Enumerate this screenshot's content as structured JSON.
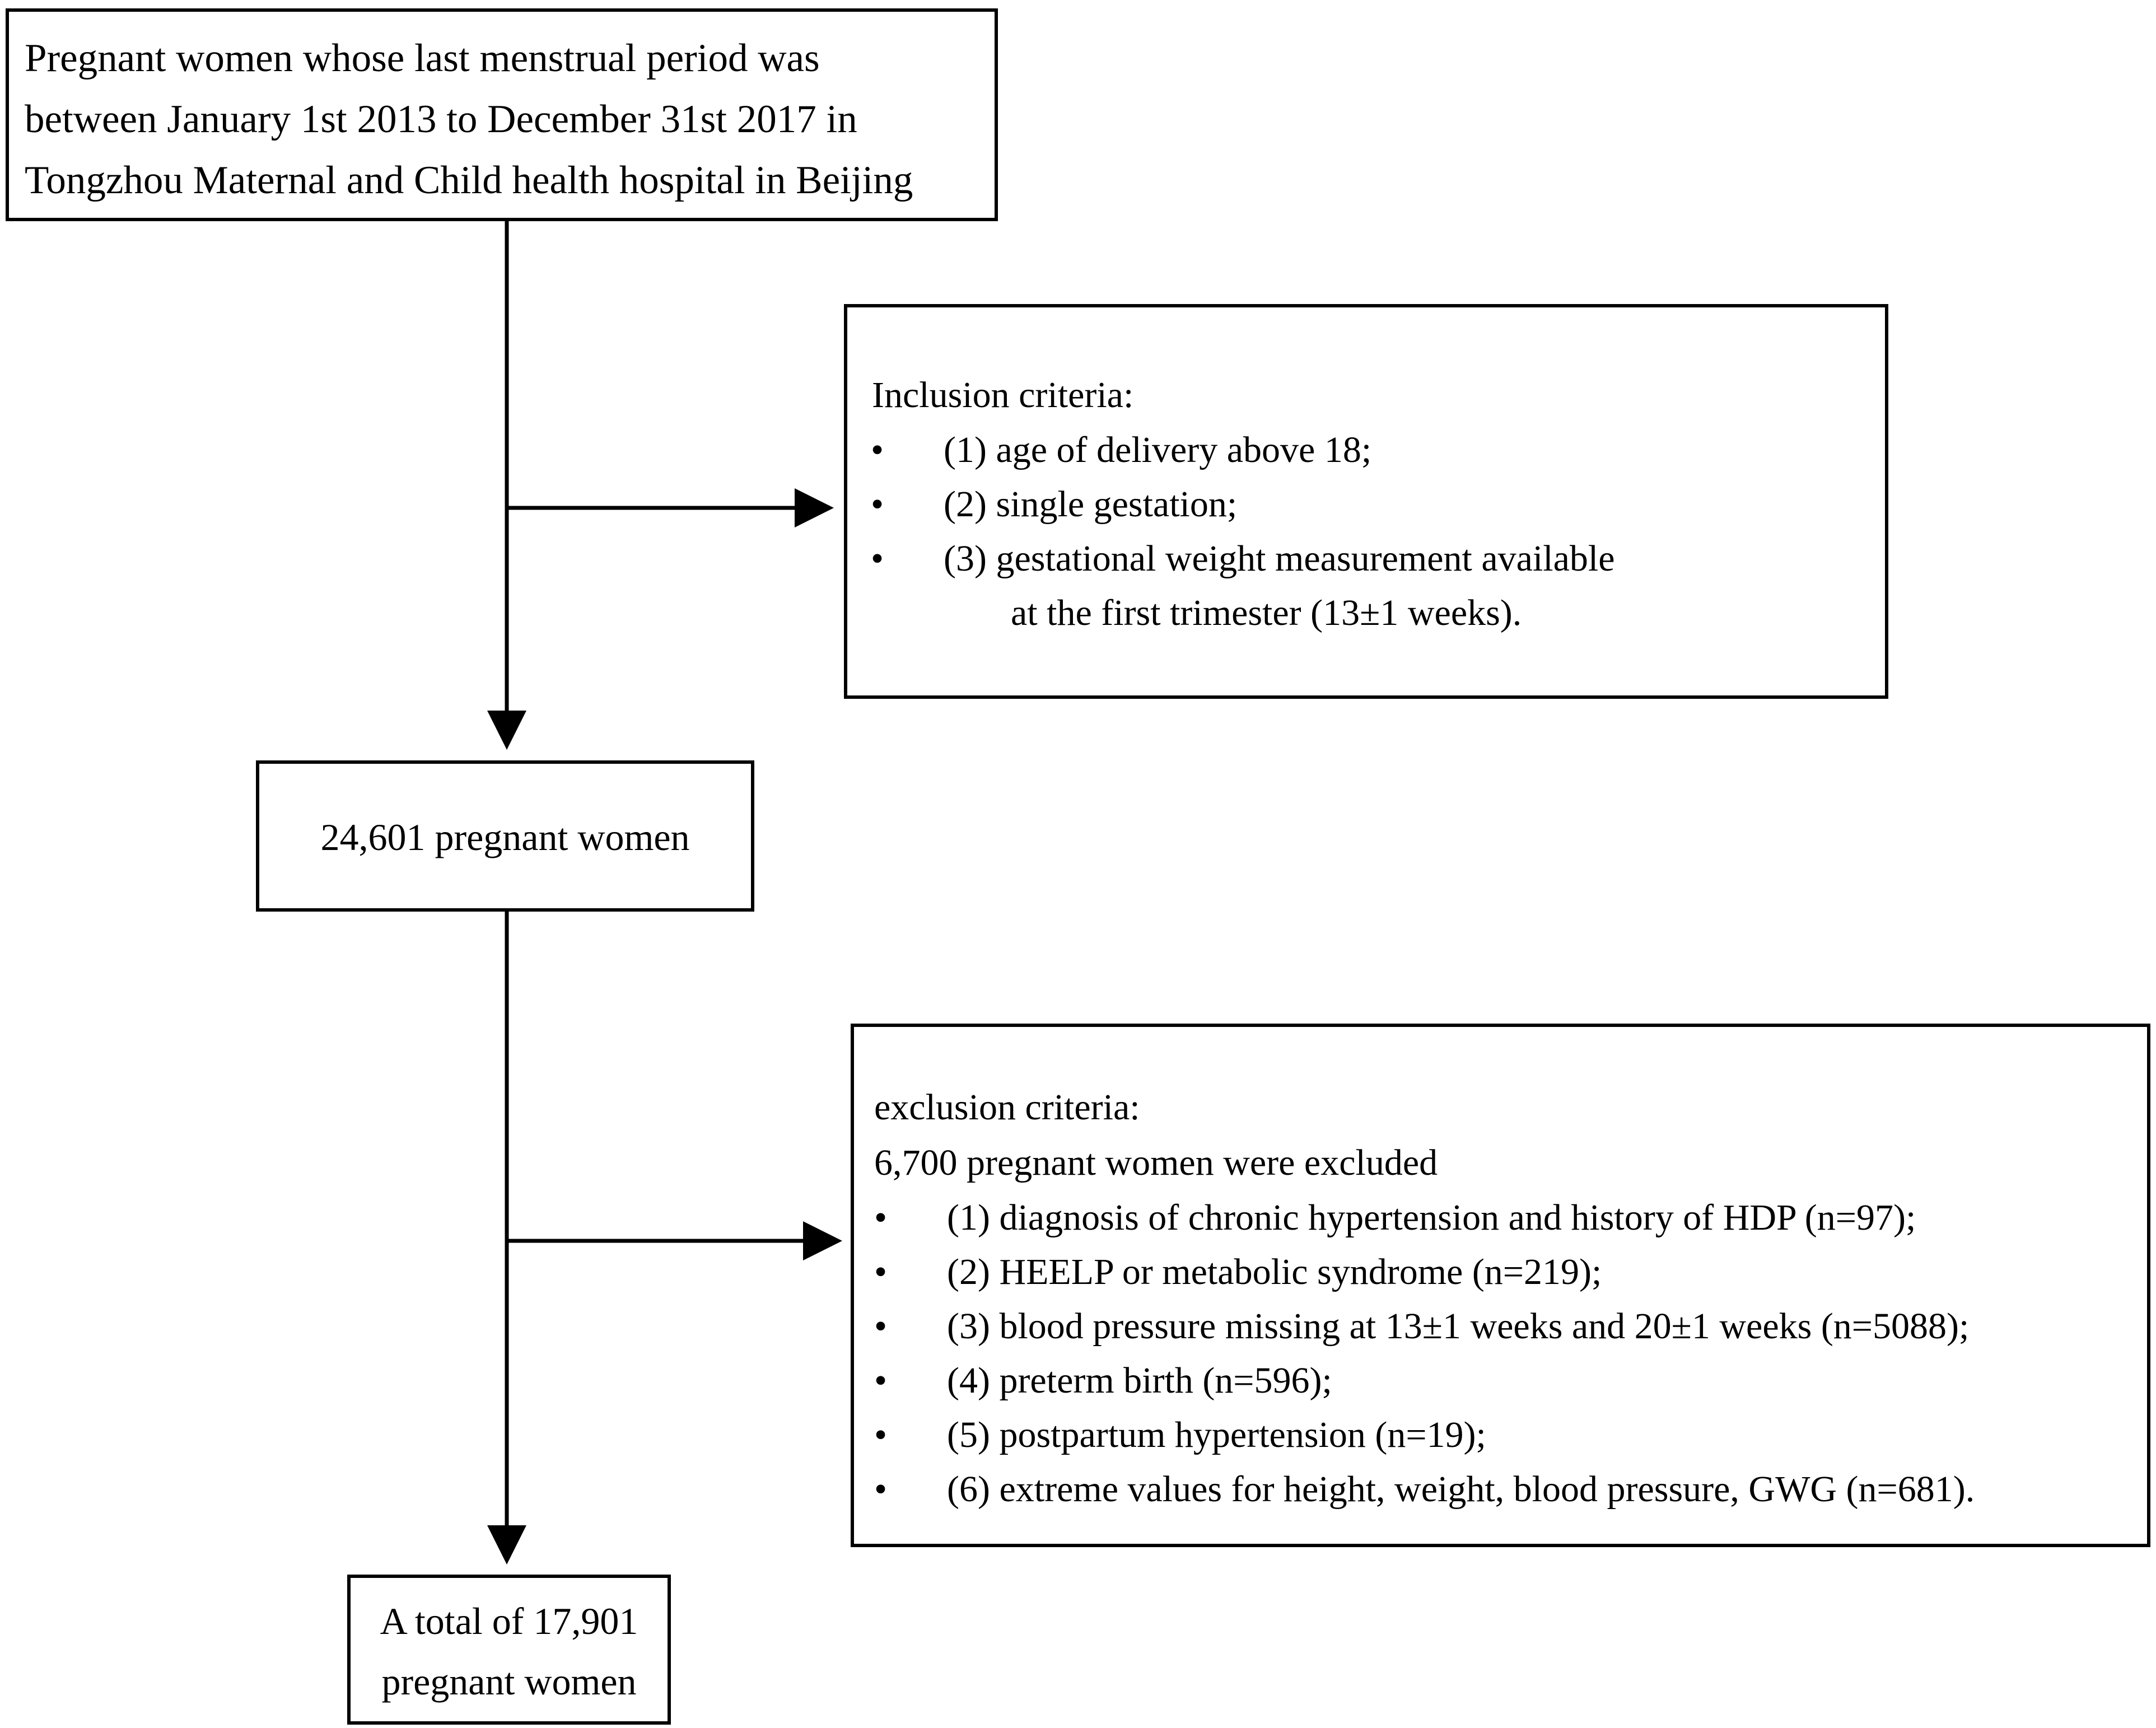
{
  "source_box": {
    "lines": [
      "Pregnant women whose last menstrual period was",
      "between January 1st 2013 to December 31st 2017 in",
      "Tongzhou Maternal and Child health hospital in Beijing"
    ]
  },
  "inclusion": {
    "title": "Inclusion criteria:",
    "bullet": "•",
    "items": [
      "(1) age of delivery above 18;",
      "(2) single gestation;",
      "(3) gestational weight measurement available"
    ],
    "continuation": "at the first trimester (13±1 weeks)."
  },
  "middle_box": {
    "text": "24,601 pregnant women"
  },
  "exclusion": {
    "title": "exclusion criteria:",
    "subtitle": "6,700 pregnant women were excluded",
    "bullet": "•",
    "items": [
      "(1) diagnosis of chronic hypertension and history of HDP (n=97);",
      "(2) HEELP or metabolic syndrome (n=219);",
      "(3) blood pressure missing at 13±1 weeks and 20±1 weeks (n=5088);",
      "(4) preterm birth (n=596);",
      "(5) postpartum hypertension (n=19);",
      "(6) extreme values for height, weight, blood pressure, GWG (n=681)."
    ]
  },
  "final_box": {
    "lines": [
      "A total of 17,901",
      "pregnant women"
    ]
  }
}
